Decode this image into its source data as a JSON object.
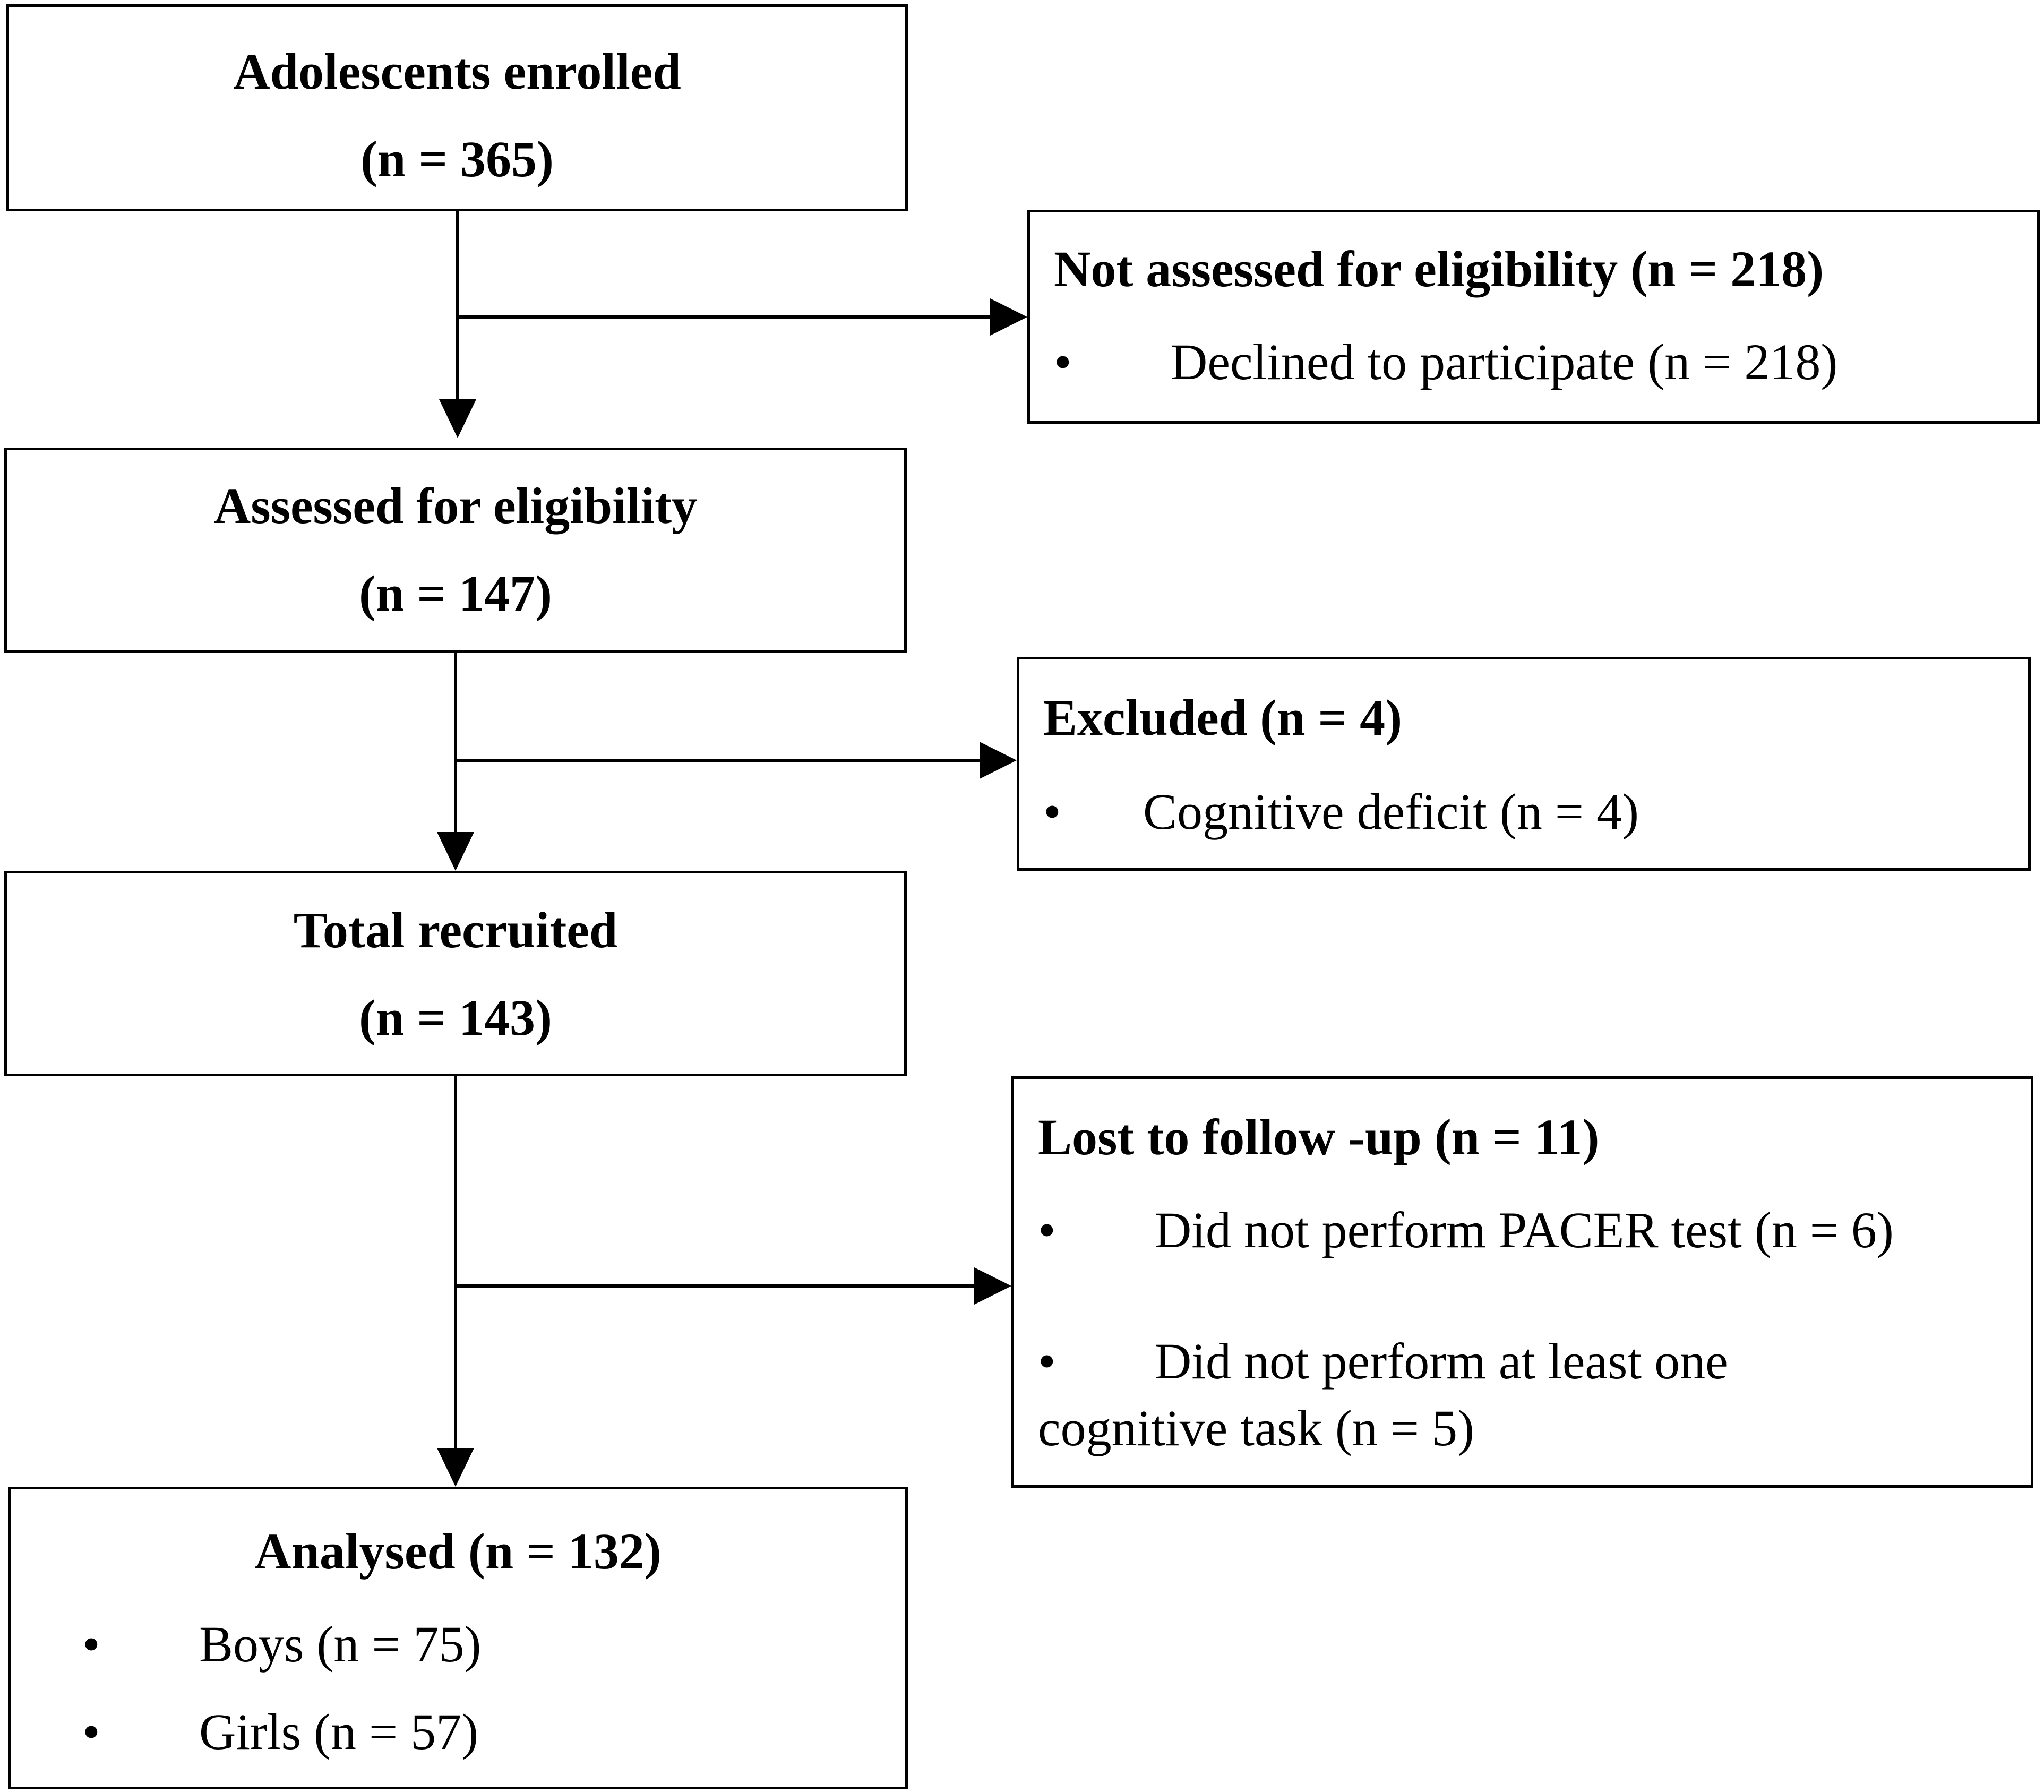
{
  "flow": {
    "enrolled": {
      "title": "Adolescents enrolled",
      "count": "(n = 365)"
    },
    "not_assessed": {
      "title": "Not assessed for eligibility (n = 218)",
      "items": [
        "Declined to participate  (n = 218)"
      ]
    },
    "assessed": {
      "title": "Assessed for eligibility",
      "count": "(n = 147)"
    },
    "excluded": {
      "title": "Excluded (n = 4)",
      "items": [
        "Cognitive deficit (n = 4)"
      ]
    },
    "recruited": {
      "title": "Total recruited",
      "count": "(n = 143)"
    },
    "lost": {
      "title": "Lost to follow -up (n = 11)",
      "items": [
        "Did not perform PACER test  (n = 6)",
        "Did not perform at least one"
      ],
      "continuation": "cognitive task  (n = 5)"
    },
    "analysed": {
      "title": "Analysed (n = 132)",
      "items": [
        "Boys (n = 75)",
        "Girls (n = 57)"
      ]
    }
  },
  "bullet": "•",
  "colors": {
    "stroke": "#000000",
    "background": "#ffffff"
  }
}
